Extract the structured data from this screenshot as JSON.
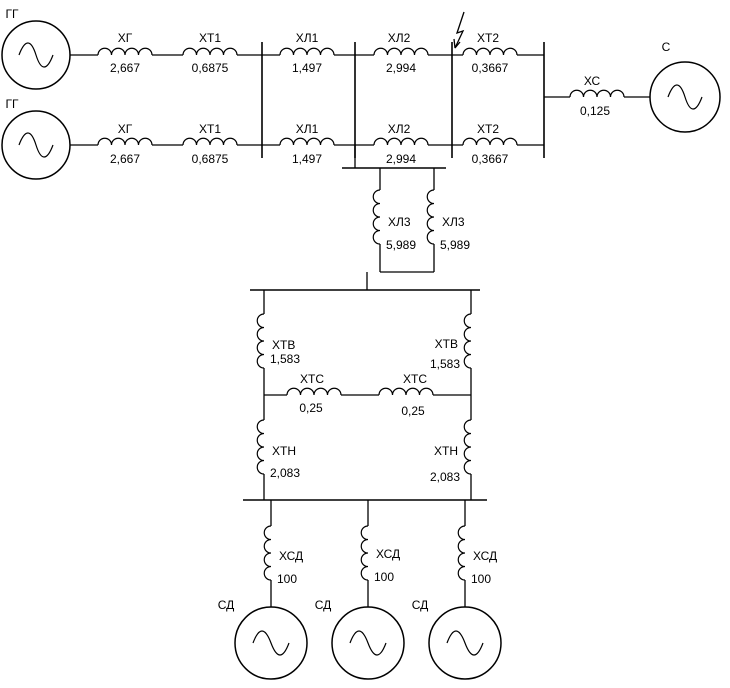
{
  "generators_gg": [
    {
      "label": "ГГ"
    },
    {
      "label": "ГГ"
    }
  ],
  "system": {
    "label": "С"
  },
  "motors": [
    {
      "label": "СД"
    },
    {
      "label": "СД"
    },
    {
      "label": "СД"
    }
  ],
  "reactances": {
    "xg_top": {
      "name": "ХГ",
      "value": "2,667"
    },
    "xt1_top": {
      "name": "ХТ1",
      "value": "0,6875"
    },
    "xl1_top": {
      "name": "ХЛ1",
      "value": "1,497"
    },
    "xl2_top": {
      "name": "ХЛ2",
      "value": "2,994"
    },
    "xt2_top": {
      "name": "ХТ2",
      "value": "0,3667"
    },
    "xg_bot": {
      "name": "ХГ",
      "value": "2,667"
    },
    "xt1_bot": {
      "name": "ХТ1",
      "value": "0,6875"
    },
    "xl1_bot": {
      "name": "ХЛ1",
      "value": "1,497"
    },
    "xl2_bot": {
      "name": "ХЛ2",
      "value": "2,994"
    },
    "xt2_bot": {
      "name": "ХТ2",
      "value": "0,3667"
    },
    "xs": {
      "name": "ХС",
      "value": "0,125"
    },
    "xl3_a": {
      "name": "ХЛ3",
      "value": "5,989"
    },
    "xl3_b": {
      "name": "ХЛ3",
      "value": "5,989"
    },
    "xtv_l": {
      "name": "ХТВ",
      "value": "1,583"
    },
    "xtv_r": {
      "name": "ХТВ",
      "value": "1,583"
    },
    "xts_l": {
      "name": "ХТС",
      "value": "0,25"
    },
    "xts_r": {
      "name": "ХТС",
      "value": "0,25"
    },
    "xtn_l": {
      "name": "ХТН",
      "value": "2,083"
    },
    "xtn_r": {
      "name": "ХТН",
      "value": "2,083"
    },
    "xsd_1": {
      "name": "ХСД",
      "value": "100"
    },
    "xsd_2": {
      "name": "ХСД",
      "value": "100"
    },
    "xsd_3": {
      "name": "ХСД",
      "value": "100"
    }
  },
  "fault_marker": {
    "icon": "lightning-icon"
  }
}
